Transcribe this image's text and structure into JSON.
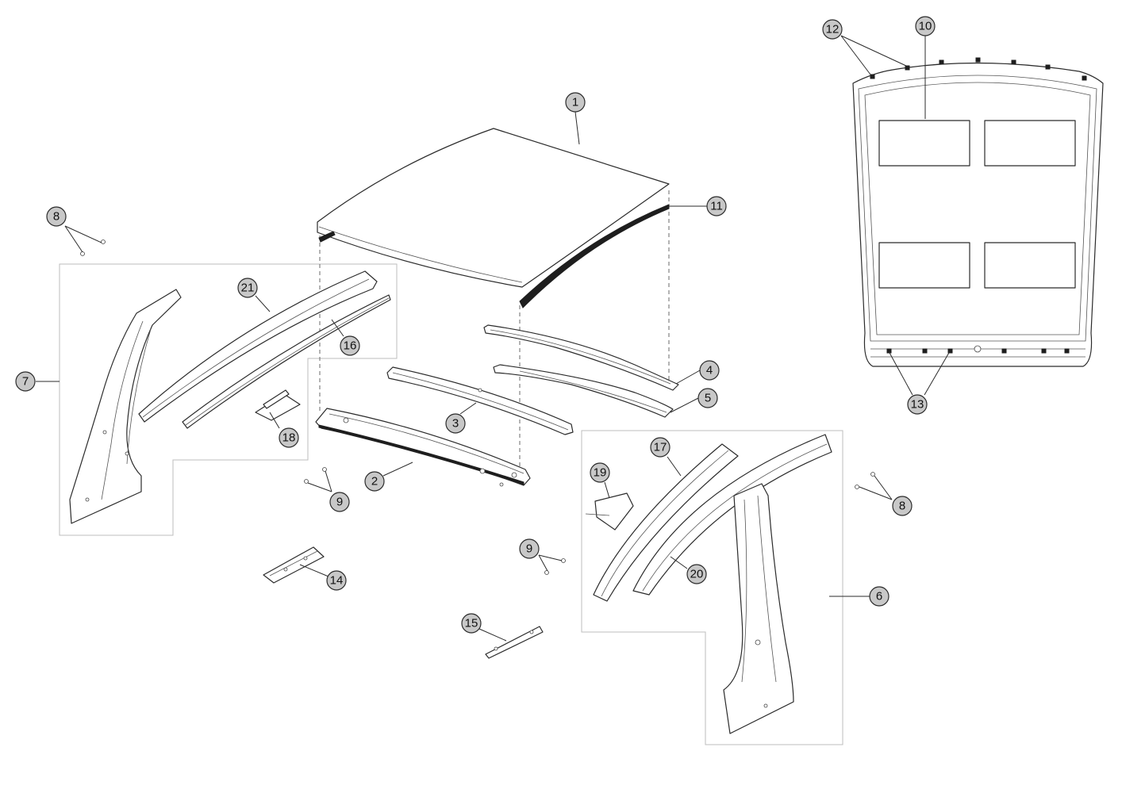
{
  "diagram": {
    "callouts": [
      {
        "id": "1",
        "label": "1"
      },
      {
        "id": "2",
        "label": "2"
      },
      {
        "id": "3",
        "label": "3"
      },
      {
        "id": "4",
        "label": "4"
      },
      {
        "id": "5",
        "label": "5"
      },
      {
        "id": "6",
        "label": "6"
      },
      {
        "id": "7",
        "label": "7"
      },
      {
        "id": "8a",
        "label": "8"
      },
      {
        "id": "8b",
        "label": "8"
      },
      {
        "id": "9a",
        "label": "9"
      },
      {
        "id": "9b",
        "label": "9"
      },
      {
        "id": "10",
        "label": "10"
      },
      {
        "id": "11",
        "label": "11"
      },
      {
        "id": "12",
        "label": "12"
      },
      {
        "id": "13",
        "label": "13"
      },
      {
        "id": "14",
        "label": "14"
      },
      {
        "id": "15",
        "label": "15"
      },
      {
        "id": "16",
        "label": "16"
      },
      {
        "id": "17",
        "label": "17"
      },
      {
        "id": "18",
        "label": "18"
      },
      {
        "id": "19",
        "label": "19"
      },
      {
        "id": "20",
        "label": "20"
      },
      {
        "id": "21",
        "label": "21"
      }
    ]
  }
}
